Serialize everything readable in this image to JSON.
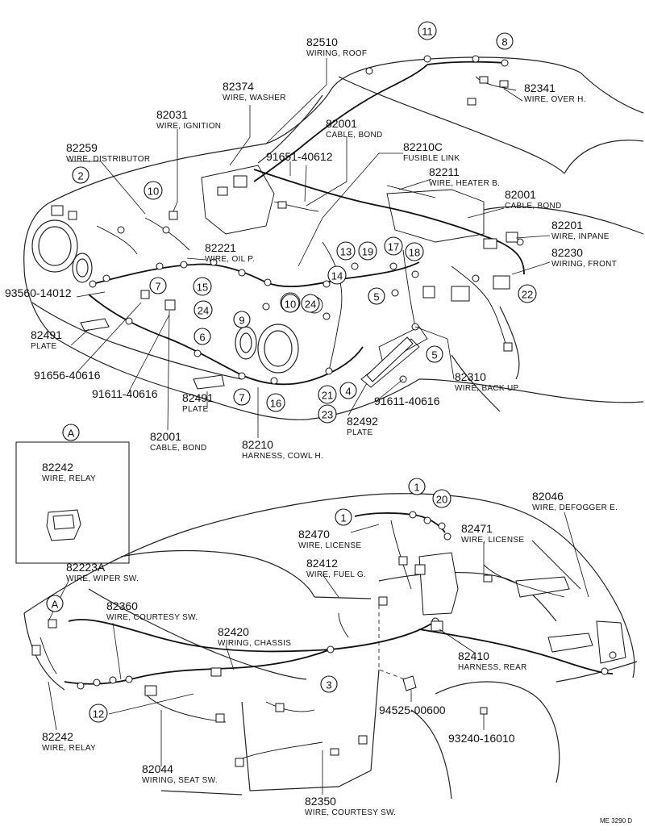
{
  "callouts": [
    {
      "id": "c-82510",
      "part": "82510",
      "desc": "WIRING, ROOF"
    },
    {
      "id": "c-82374",
      "part": "82374",
      "desc": "WIRE, WASHER"
    },
    {
      "id": "c-82031",
      "part": "82031",
      "desc": "WIRE, IGNITION"
    },
    {
      "id": "c-82001a",
      "part": "82001",
      "desc": "CABLE, BOND"
    },
    {
      "id": "c-82259",
      "part": "82259",
      "desc": "WIRE, DISTRIBUTOR"
    },
    {
      "id": "c-91651",
      "part": "91651-40612",
      "desc": ""
    },
    {
      "id": "c-82210C",
      "part": "82210C",
      "desc": "FUSIBLE LINK"
    },
    {
      "id": "c-82211",
      "part": "82211",
      "desc": "WIRE, HEATER B."
    },
    {
      "id": "c-82001b",
      "part": "82001",
      "desc": "CABLE, BOND"
    },
    {
      "id": "c-82341",
      "part": "82341",
      "desc": "WIRE, OVER H."
    },
    {
      "id": "c-82201",
      "part": "82201",
      "desc": "WIRE, INPANE"
    },
    {
      "id": "c-82230",
      "part": "82230",
      "desc": "WIRING, FRONT"
    },
    {
      "id": "c-82221",
      "part": "82221",
      "desc": "WIRE, OIL P."
    },
    {
      "id": "c-93560",
      "part": "93560-14012",
      "desc": ""
    },
    {
      "id": "c-82491a",
      "part": "82491",
      "desc": "PLATE"
    },
    {
      "id": "c-91656",
      "part": "91656-40616",
      "desc": ""
    },
    {
      "id": "c-91611a",
      "part": "91611-40616",
      "desc": ""
    },
    {
      "id": "c-82491b",
      "part": "82491",
      "desc": "PLATE"
    },
    {
      "id": "c-82001c",
      "part": "82001",
      "desc": "CABLE, BOND"
    },
    {
      "id": "c-82210",
      "part": "82210",
      "desc": "HARNESS, COWL H."
    },
    {
      "id": "c-82310",
      "part": "82310",
      "desc": "WIRE, BACK UP"
    },
    {
      "id": "c-91611b",
      "part": "91611-40616",
      "desc": ""
    },
    {
      "id": "c-82492",
      "part": "82492",
      "desc": "PLATE"
    },
    {
      "id": "c-82242a",
      "part": "82242",
      "desc": "WIRE, RELAY"
    },
    {
      "id": "c-82046",
      "part": "82046",
      "desc": "WIRE, DEFOGGER E."
    },
    {
      "id": "c-82470",
      "part": "82470",
      "desc": "WIRE, LICENSE"
    },
    {
      "id": "c-82471",
      "part": "82471",
      "desc": "WIRE, LICENSE"
    },
    {
      "id": "c-82412",
      "part": "82412",
      "desc": "WIRE, FUEL G."
    },
    {
      "id": "c-82223A",
      "part": "82223A",
      "desc": "WIRE, WIPER SW."
    },
    {
      "id": "c-82360",
      "part": "82360",
      "desc": "WIRE, COURTESY SW."
    },
    {
      "id": "c-82420",
      "part": "82420",
      "desc": "WIRING, CHASSIS"
    },
    {
      "id": "c-82410",
      "part": "82410",
      "desc": "HARNESS, REAR"
    },
    {
      "id": "c-94525",
      "part": "94525-00600",
      "desc": ""
    },
    {
      "id": "c-93240",
      "part": "93240-16010",
      "desc": ""
    },
    {
      "id": "c-82242b",
      "part": "82242",
      "desc": "WIRE, RELAY"
    },
    {
      "id": "c-82044",
      "part": "82044",
      "desc": "WIRING, SEAT SW."
    },
    {
      "id": "c-82350",
      "part": "82350",
      "desc": "WIRE, COURTESY SW."
    }
  ],
  "circled_numbers": [
    {
      "id": "n11",
      "label": "11"
    },
    {
      "id": "n8",
      "label": "8"
    },
    {
      "id": "n2",
      "label": "2"
    },
    {
      "id": "n10a",
      "label": "10"
    },
    {
      "id": "n7a",
      "label": "7"
    },
    {
      "id": "n15",
      "label": "15"
    },
    {
      "id": "n24a",
      "label": "24"
    },
    {
      "id": "n9",
      "label": "9"
    },
    {
      "id": "n10b",
      "label": "10"
    },
    {
      "id": "n24b",
      "label": "24"
    },
    {
      "id": "n13",
      "label": "13"
    },
    {
      "id": "n19",
      "label": "19"
    },
    {
      "id": "n17",
      "label": "17"
    },
    {
      "id": "n18",
      "label": "18"
    },
    {
      "id": "n14",
      "label": "14"
    },
    {
      "id": "n5a",
      "label": "5"
    },
    {
      "id": "n22",
      "label": "22"
    },
    {
      "id": "n6",
      "label": "6"
    },
    {
      "id": "n7b",
      "label": "7"
    },
    {
      "id": "n16",
      "label": "16"
    },
    {
      "id": "n21",
      "label": "21"
    },
    {
      "id": "n4",
      "label": "4"
    },
    {
      "id": "n23",
      "label": "23"
    },
    {
      "id": "n5b",
      "label": "5"
    },
    {
      "id": "nA1",
      "label": "A"
    },
    {
      "id": "n1a",
      "label": "1"
    },
    {
      "id": "n20",
      "label": "20"
    },
    {
      "id": "n1b",
      "label": "1"
    },
    {
      "id": "nA2",
      "label": "A"
    },
    {
      "id": "n3",
      "label": "3"
    },
    {
      "id": "n12",
      "label": "12"
    }
  ],
  "stamp": "ME 3290 D"
}
